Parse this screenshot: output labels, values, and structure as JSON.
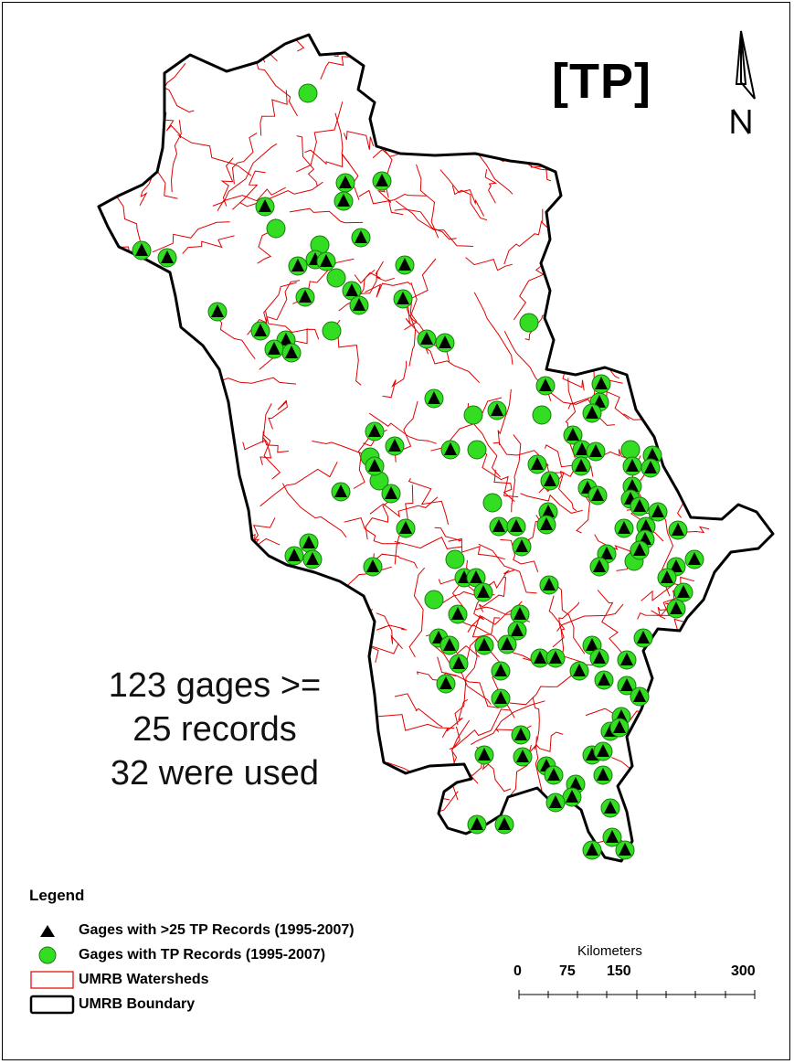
{
  "map": {
    "title": "[TP]",
    "north_label": "N",
    "annotation": {
      "line1": "123 gages >=",
      "line2": "25 records",
      "line3": "32 were used"
    },
    "colors": {
      "boundary": "#000000",
      "watersheds": "#e00000",
      "gage_fill": "#33dd22",
      "gage_marker": "#000000"
    }
  },
  "legend": {
    "title": "Legend",
    "items": [
      {
        "label": "Gages with >25 TP Records (1995-2007)",
        "symbol": "black-triangle"
      },
      {
        "label": "Gages with TP Records (1995-2007)",
        "symbol": "green-circle"
      },
      {
        "label": "UMRB Watersheds",
        "symbol": "red-outline-box"
      },
      {
        "label": "UMRB Boundary",
        "symbol": "black-outline-box"
      }
    ]
  },
  "scale": {
    "title": "Kilometers",
    "ticks": [
      "0",
      "75",
      "150",
      "300"
    ]
  }
}
